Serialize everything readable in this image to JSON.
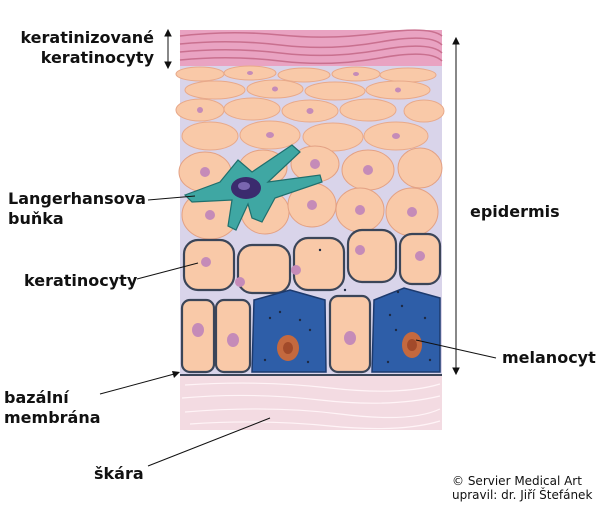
{
  "labels": {
    "keratinized_line1": "keratinizované",
    "keratinized_line2": "keratinocyty",
    "langerhans_line1": "Langerhansova",
    "langerhans_line2": "buňka",
    "keratinocytes": "keratinocyty",
    "basal_line1": "bazální",
    "basal_line2": "membrána",
    "dermis": "škára",
    "epidermis": "epidermis",
    "melanocyte": "melanocyt"
  },
  "credit": {
    "line1": "© Servier Medical Art",
    "line2": "upravil: dr. Jiří Štefánek"
  },
  "colors": {
    "keratinocyte_fill": "#f9c9a8",
    "cell_border": "#3b4558",
    "nucleus": "#c58bb8",
    "langerhans": "#2a8e8e",
    "melanocyte": "#2e5ea8",
    "keratinized": "#d97fa8",
    "dermis": "#f3dbe2"
  }
}
